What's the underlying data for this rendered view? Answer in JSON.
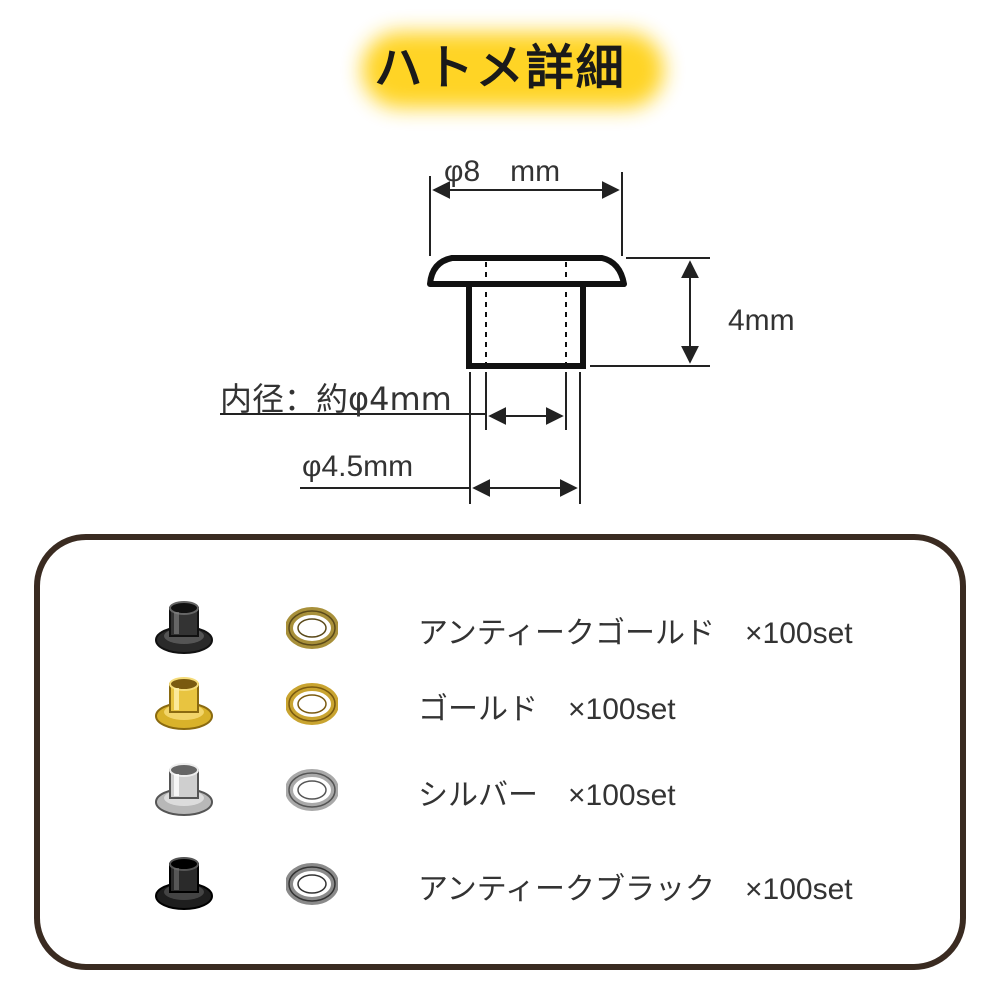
{
  "title": "ハトメ詳細",
  "dimensions": {
    "outer_diameter": "φ8　mm",
    "height": "4mm",
    "inner_diameter": "内径：約φ4mm",
    "shaft_diameter": "φ4.5mm"
  },
  "variants": [
    {
      "label": "アンティークゴールド",
      "quantity": "×100set",
      "color": "#2a2a2a",
      "ring_color": "#a8903a"
    },
    {
      "label": "ゴールド",
      "quantity": "×100set",
      "color": "#d9b22a",
      "ring_color": "#c9a430"
    },
    {
      "label": "シルバー",
      "quantity": "×100set",
      "color": "#b8b8b8",
      "ring_color": "#a9a9a9"
    },
    {
      "label": "アンティークブラック",
      "quantity": "×100set",
      "color": "#1e1e1e",
      "ring_color": "#8a8a8a"
    }
  ]
}
